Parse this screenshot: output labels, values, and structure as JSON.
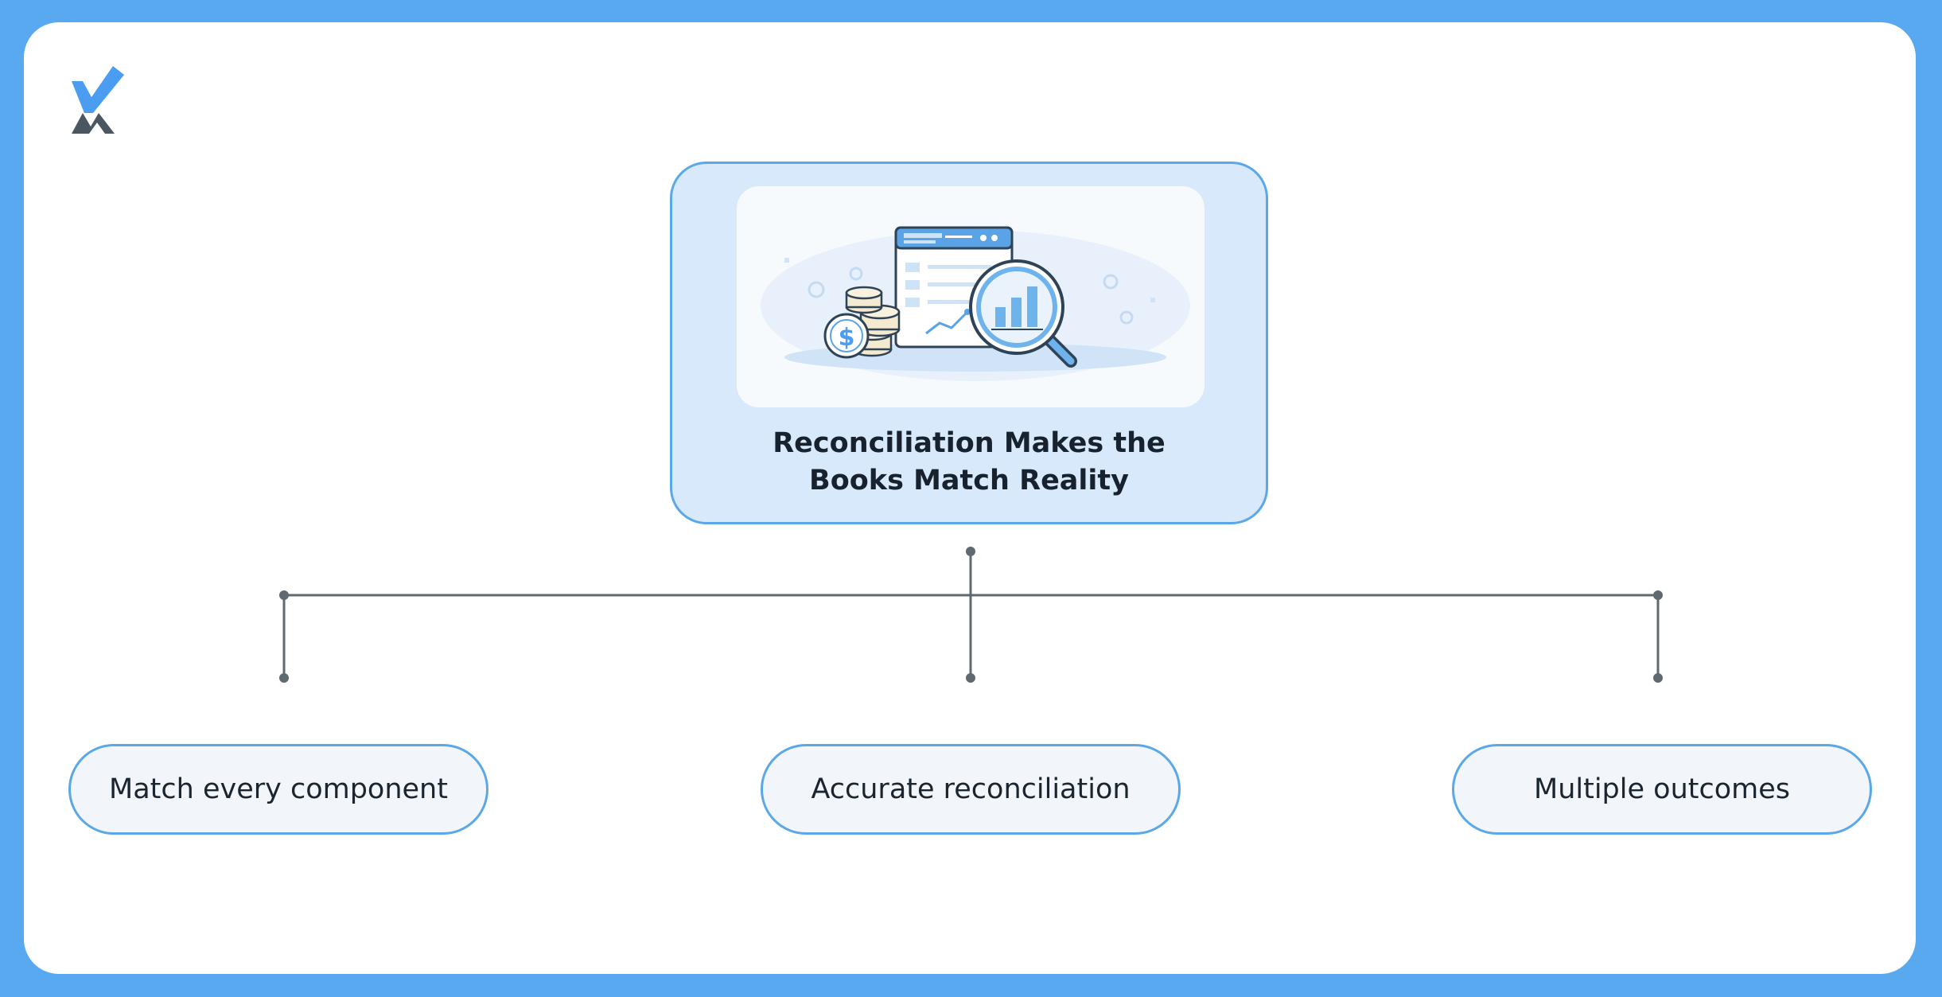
{
  "root": {
    "title_line1": "Reconciliation Makes the",
    "title_line2": "Books Match Reality",
    "illustration": "document-magnifier-coins-illustration"
  },
  "leaves": [
    {
      "label": "Match every component"
    },
    {
      "label": "Accurate reconciliation"
    },
    {
      "label": "Multiple outcomes"
    }
  ],
  "colors": {
    "frame": "#58a9f0",
    "card": "#ffffff",
    "root_fill": "#d7e9fa",
    "border_accent": "#5aa8e8",
    "leaf_fill": "#f2f6fa",
    "connector": "#5f6a70",
    "text": "#18222e",
    "logo_blue": "#4a9df0",
    "logo_dark": "#4a5660"
  },
  "icons": {
    "logo": "checkmark-logo-icon",
    "coin": "dollar-coin-icon",
    "magnifier": "magnifier-icon"
  }
}
